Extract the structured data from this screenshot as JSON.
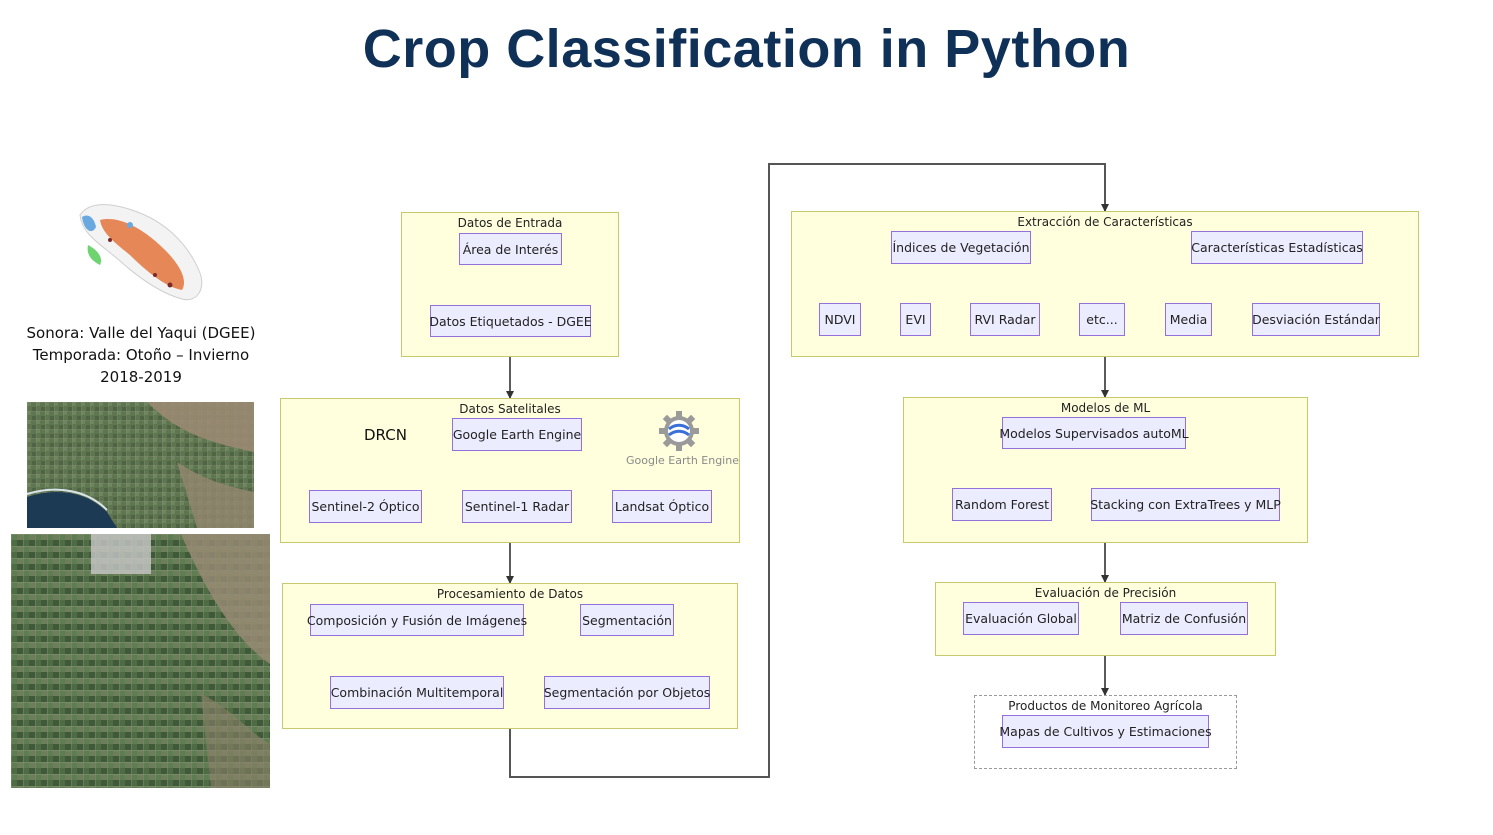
{
  "title": "Crop Classification in Python",
  "side_caption": {
    "line1": "Sonora: Valle del Yaqui (DGEE)",
    "line2": "Temporada: Otoño – Invierno",
    "line3": "2018-2019"
  },
  "drcn_label": "DRCN",
  "gee_logo_text": "Google Earth Engine",
  "groups": {
    "entrada": "Datos de Entrada",
    "satelitales": "Datos Satelitales",
    "procesamiento": "Procesamiento de Datos",
    "extraccion": "Extracción de Características",
    "modelos": "Modelos de ML",
    "evaluacion": "Evaluación de Precisión",
    "productos": "Productos de Monitoreo Agrícola"
  },
  "nodes": {
    "area_interes": "Área de Interés",
    "datos_etiquetados": "Datos Etiquetados - DGEE",
    "gee": "Google Earth Engine",
    "sentinel2": "Sentinel-2 Óptico",
    "sentinel1": "Sentinel-1 Radar",
    "landsat": "Landsat Óptico",
    "composicion": "Composición y Fusión de Imágenes",
    "segmentacion": "Segmentación",
    "multitemporal": "Combinación Multitemporal",
    "seg_objetos": "Segmentación por Objetos",
    "indices": "Índices de Vegetación",
    "caracteristicas_est": "Características Estadísticas",
    "ndvi": "NDVI",
    "evi": "EVI",
    "rvi": "RVI Radar",
    "etc": "etc...",
    "media": "Media",
    "desviacion": "Desviación Estándar",
    "supervisados": "Modelos Supervisados autoML",
    "random_forest": "Random Forest",
    "stacking": "Stacking con ExtraTrees y MLP",
    "eval_global": "Evaluación Global",
    "matriz": "Matriz de Confusión",
    "mapas": "Mapas de Cultivos y Estimaciones"
  },
  "colors": {
    "title": "#0f3057",
    "group_fill": "#ffffde",
    "group_border": "#c8c86e",
    "node_fill": "#ececff",
    "node_border": "#9370db",
    "edge": "#333333",
    "connector": "#555555"
  }
}
